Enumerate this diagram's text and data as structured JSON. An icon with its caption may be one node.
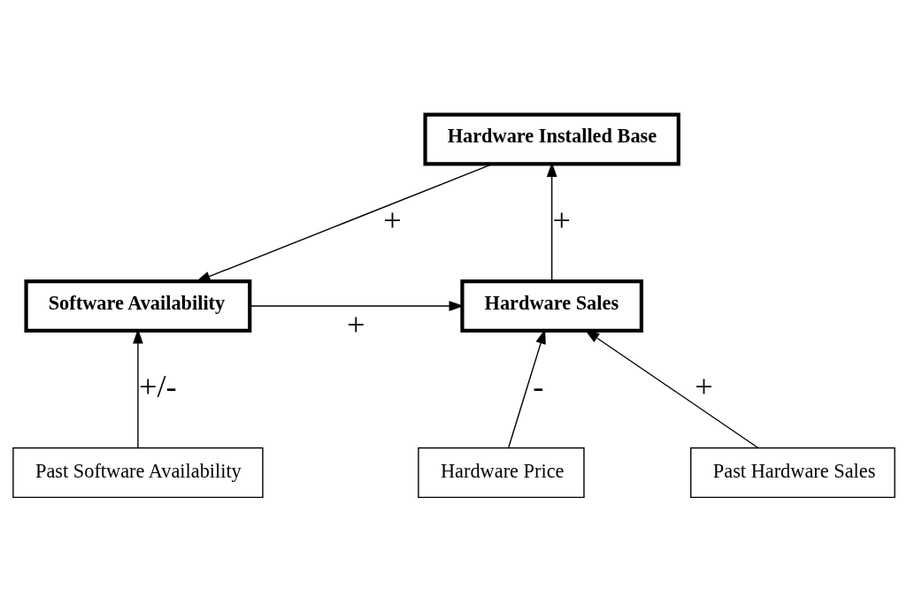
{
  "diagram": {
    "nodes": [
      {
        "text": [
          "Hardware Installed Base"
        ]
      },
      {
        "text": [
          "Software Availability"
        ]
      },
      {
        "text": [
          "Hardware Sales"
        ]
      },
      {
        "text": [
          "Past Software Availability"
        ]
      },
      {
        "text": [
          "Hardware Price"
        ]
      },
      {
        "text": [
          "Past Hardware Sales"
        ]
      }
    ],
    "edges": [
      {
        "from": 0,
        "to": 1,
        "arrow": "to",
        "label": "+"
      },
      {
        "from": 2,
        "to": 0,
        "arrow": "to",
        "label": "+"
      },
      {
        "from": 1,
        "to": 2,
        "arrow": "to",
        "label": "+"
      },
      {
        "from": 3,
        "to": 1,
        "arrow": "to",
        "label": "+/-"
      },
      {
        "from": 4,
        "to": 2,
        "arrow": "to",
        "label": "-"
      },
      {
        "from": 5,
        "to": 2,
        "arrow": "to",
        "label": "+"
      }
    ]
  }
}
